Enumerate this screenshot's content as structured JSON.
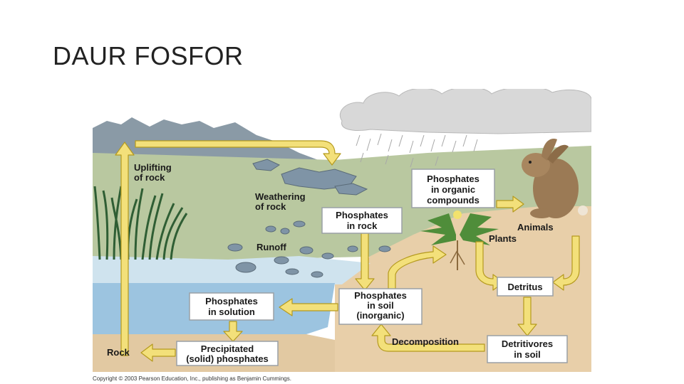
{
  "slide": {
    "title": "DAUR FOSFOR"
  },
  "diagram": {
    "labels": {
      "uplifting": [
        "Uplifting",
        "of rock"
      ],
      "weathering": [
        "Weathering",
        "of rock"
      ],
      "runoff": "Runoff",
      "animals": "Animals",
      "plants": "Plants",
      "rock": "Rock",
      "decomposition": "Decomposition"
    },
    "boxes": {
      "phosphates_in_rock": [
        "Phosphates",
        "in rock"
      ],
      "phosphates_organic": [
        "Phosphates",
        "in organic",
        "compounds"
      ],
      "phosphates_in_soil": [
        "Phosphates",
        "in soil",
        "(inorganic)"
      ],
      "phosphates_in_solution": [
        "Phosphates",
        "in solution"
      ],
      "precipitated": [
        "Precipitated",
        "(solid) phosphates"
      ],
      "detritus": "Detritus",
      "detritivores": [
        "Detritivores",
        "in soil"
      ]
    },
    "copyright": "Copyright © 2003 Pearson Education, Inc., publishing as Benjamin Cummings.",
    "colors": {
      "sky": "#ffffff",
      "mountain": "#8a9aa6",
      "grass": "#b9c8a0",
      "soil": "#e8cfa9",
      "water_light": "#cfe3ee",
      "water_deep": "#9cc4e0",
      "arrow": "#f3e07a",
      "arrow_stroke": "#b59a1e",
      "box_fill": "#ffffff",
      "box_stroke": "#9aa0a6",
      "cloud": "#d8d8d8"
    }
  }
}
